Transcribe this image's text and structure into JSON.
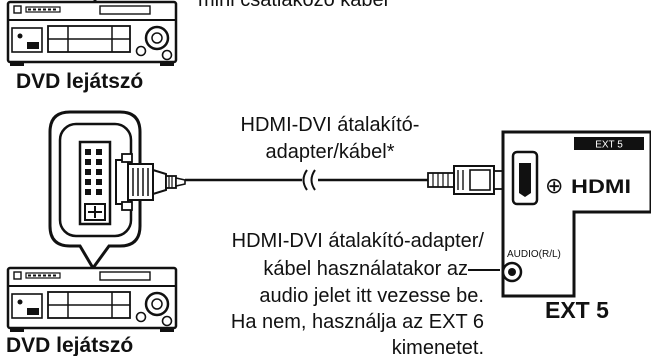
{
  "top_cable_label": "mini csatlakozó kábel",
  "dvd_player_label": "DVD lejátszó",
  "adapter_label_line1": "HDMI-DVI átalakító-",
  "adapter_label_line2": "adapter/kábel*",
  "panel_tag": "EXT 5",
  "plus_symbol": "⊕",
  "hdmi_logo": "HDMI",
  "audio_jack_label": "AUDIO(R/L)",
  "terminal_label": "EXT 5",
  "note_lines": [
    "HDMI-DVI átalakító-adapter/",
    "kábel használatakor az",
    "audio jelet itt vezesse be.",
    "Ha nem, használja az EXT 6",
    "kimenetet."
  ]
}
